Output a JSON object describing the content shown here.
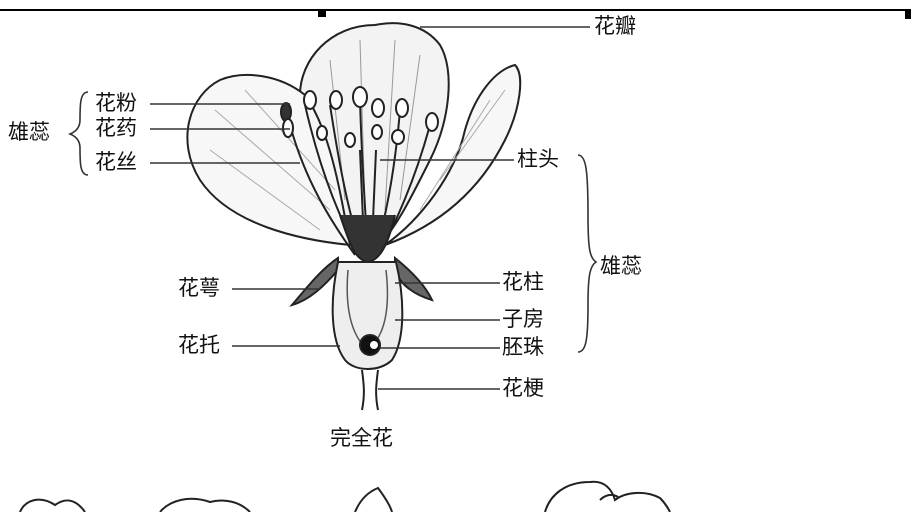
{
  "labels": {
    "petal": "花瓣",
    "stamen_group": "雄蕊",
    "pollen": "花粉",
    "anther": "花药",
    "filament": "花丝",
    "stigma": "柱头",
    "pistil_group": "雄蕊",
    "sepal": "花萼",
    "style": "花柱",
    "ovary": "子房",
    "receptacle": "花托",
    "ovule": "胚珠",
    "pedicel": "花梗",
    "caption": "完全花"
  }
}
